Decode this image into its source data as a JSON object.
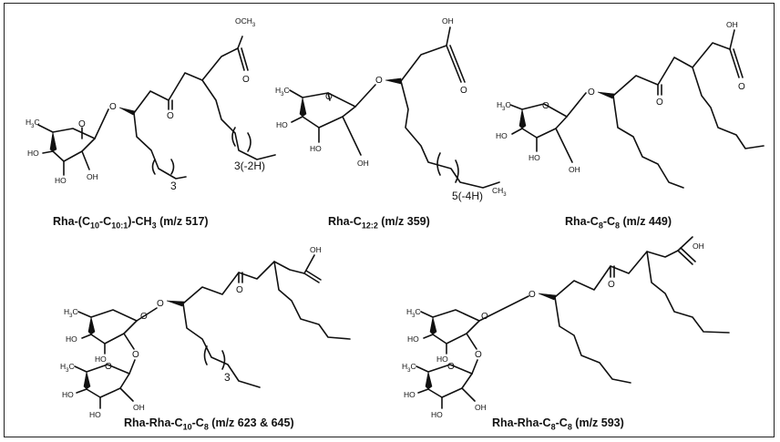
{
  "structures": [
    {
      "id": "s1",
      "caption": {
        "pre": "Rha-(C",
        "s1": "10",
        "mid1": "-C",
        "s2": "10:1",
        "post": ")-CH",
        "s3": "3",
        "tail": " (m/z 517)"
      },
      "repeat_a": "3",
      "repeat_b": "3(-2H)",
      "ester_group": "OCH",
      "ester_sub": "3"
    },
    {
      "id": "s2",
      "caption": {
        "pre": "Rha-C",
        "s1": "12:2",
        "tail": " (m/z 359)"
      },
      "repeat": "5(-4H)"
    },
    {
      "id": "s3",
      "caption": {
        "pre": "Rha-C",
        "s1": "8",
        "mid1": "-C",
        "s2": "8",
        "tail": "  (m/z 449)"
      }
    },
    {
      "id": "s4",
      "caption": {
        "pre": "Rha-Rha-C",
        "s1": "10",
        "mid1": "-C",
        "s2": "8",
        "tail": " (m/z 623 & 645)"
      },
      "repeat": "3"
    },
    {
      "id": "s5",
      "caption": {
        "pre": "Rha-Rha-C",
        "s1": "8",
        "mid1": "-C",
        "s2": "8",
        "tail": " (m/z 593)"
      }
    }
  ],
  "atoms": {
    "O": "O",
    "OH": "OH",
    "HO": "HO",
    "H3C": "H",
    "H3C_sub": "3",
    "H3C_c": "C",
    "CH3": "CH",
    "CH3_sub": "3"
  }
}
